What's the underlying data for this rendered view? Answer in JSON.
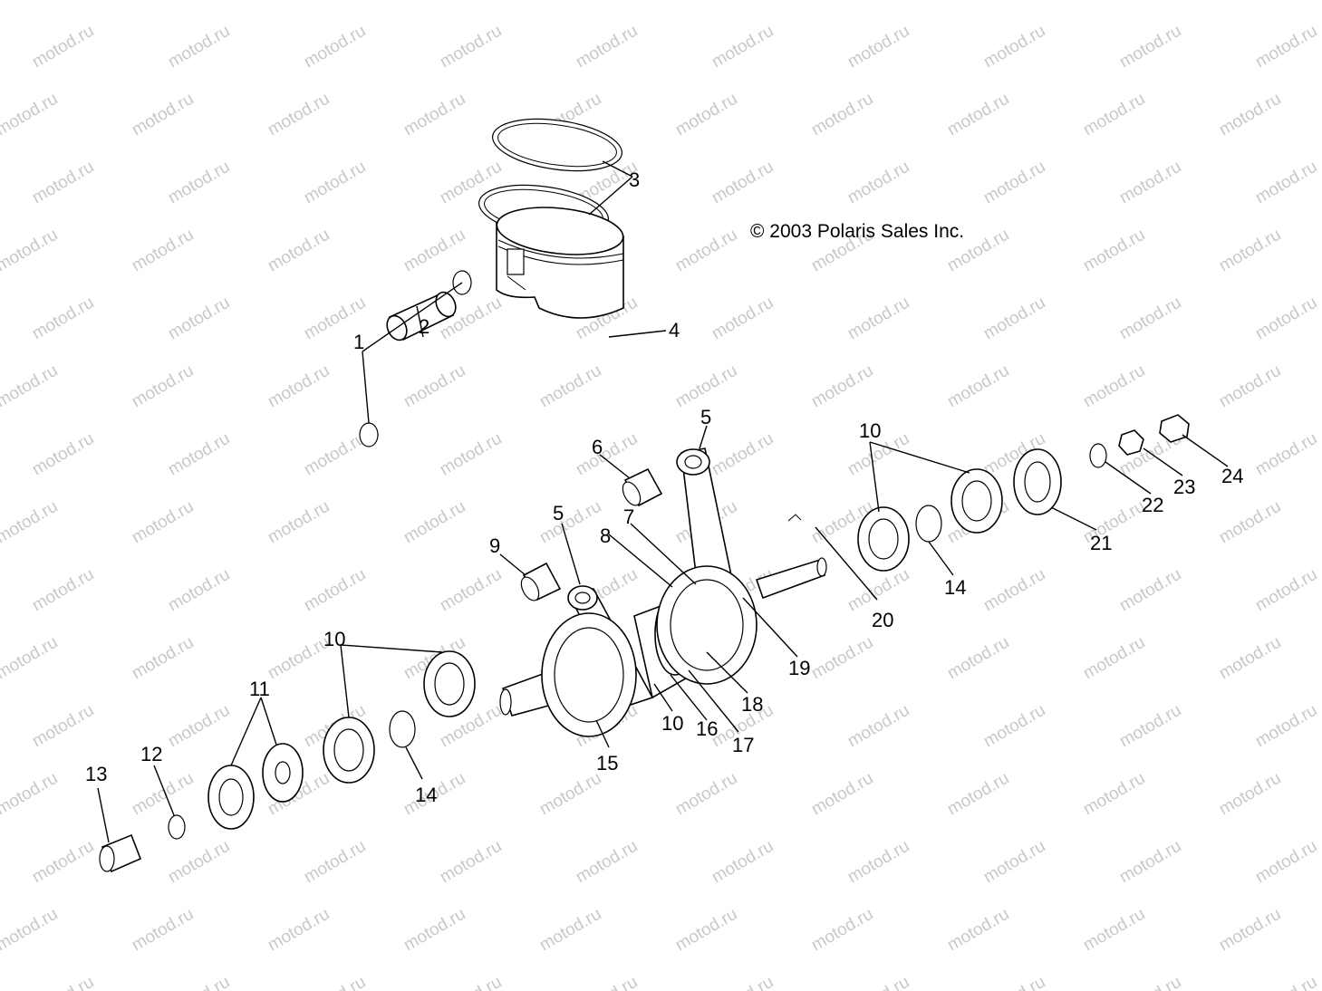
{
  "copyright": "© 2003 Polaris Sales Inc.",
  "watermark": "motod.ru",
  "callouts": {
    "c1": "1",
    "c2": "2",
    "c3": "3",
    "c4": "4",
    "c5a": "5",
    "c5b": "5",
    "c6": "6",
    "c7": "7",
    "c8": "8",
    "c9": "9",
    "c10a": "10",
    "c10b": "10",
    "c10c": "10",
    "c11": "11",
    "c12": "12",
    "c13": "13",
    "c14a": "14",
    "c14b": "14",
    "c15": "15",
    "c16": "16",
    "c17": "17",
    "c18": "18",
    "c19": "19",
    "c20": "20",
    "c21": "21",
    "c22": "22",
    "c23": "23",
    "c24": "24"
  }
}
